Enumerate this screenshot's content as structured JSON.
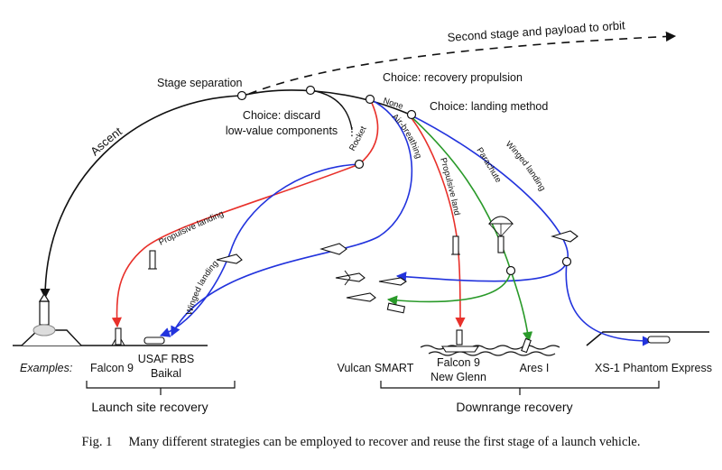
{
  "labels": {
    "orbit": "Second stage and payload to orbit",
    "ascent": "Ascent",
    "stage_separation": "Stage separation",
    "choice_discard_1": "Choice: discard",
    "choice_discard_2": "low-value components",
    "choice_recovery": "Choice: recovery propulsion",
    "choice_landing": "Choice: landing method",
    "none": "None",
    "rocket": "Rocket",
    "air_breathing": "Air-breathing",
    "propulsive_landing_left": "Propulsive landing",
    "winged_landing_left": "Winged landing",
    "propulsive_landing_right": "Propulsive landing",
    "parachute": "Parachute",
    "winged_landing_right": "Winged landing"
  },
  "examples": {
    "title": "Examples:",
    "items": [
      {
        "line1": "Falcon 9",
        "line2": ""
      },
      {
        "line1": "USAF RBS",
        "line2": "Baikal"
      },
      {
        "line1": "Vulcan SMART",
        "line2": ""
      },
      {
        "line1": "Falcon 9",
        "line2": "New Glenn"
      },
      {
        "line1": "Ares I",
        "line2": ""
      },
      {
        "line1": "XS-1 Phantom Express",
        "line2": ""
      }
    ]
  },
  "groups": {
    "launch_site": "Launch site recovery",
    "downrange": "Downrange recovery"
  },
  "caption": {
    "number": "Fig. 1",
    "text": "Many different strategies can be employed to recover and reuse the first stage of a launch vehicle."
  },
  "colors": {
    "black": "#111111",
    "rocket": "#e8302a",
    "winged": "#2233dd",
    "parachute": "#2a9a2a"
  }
}
